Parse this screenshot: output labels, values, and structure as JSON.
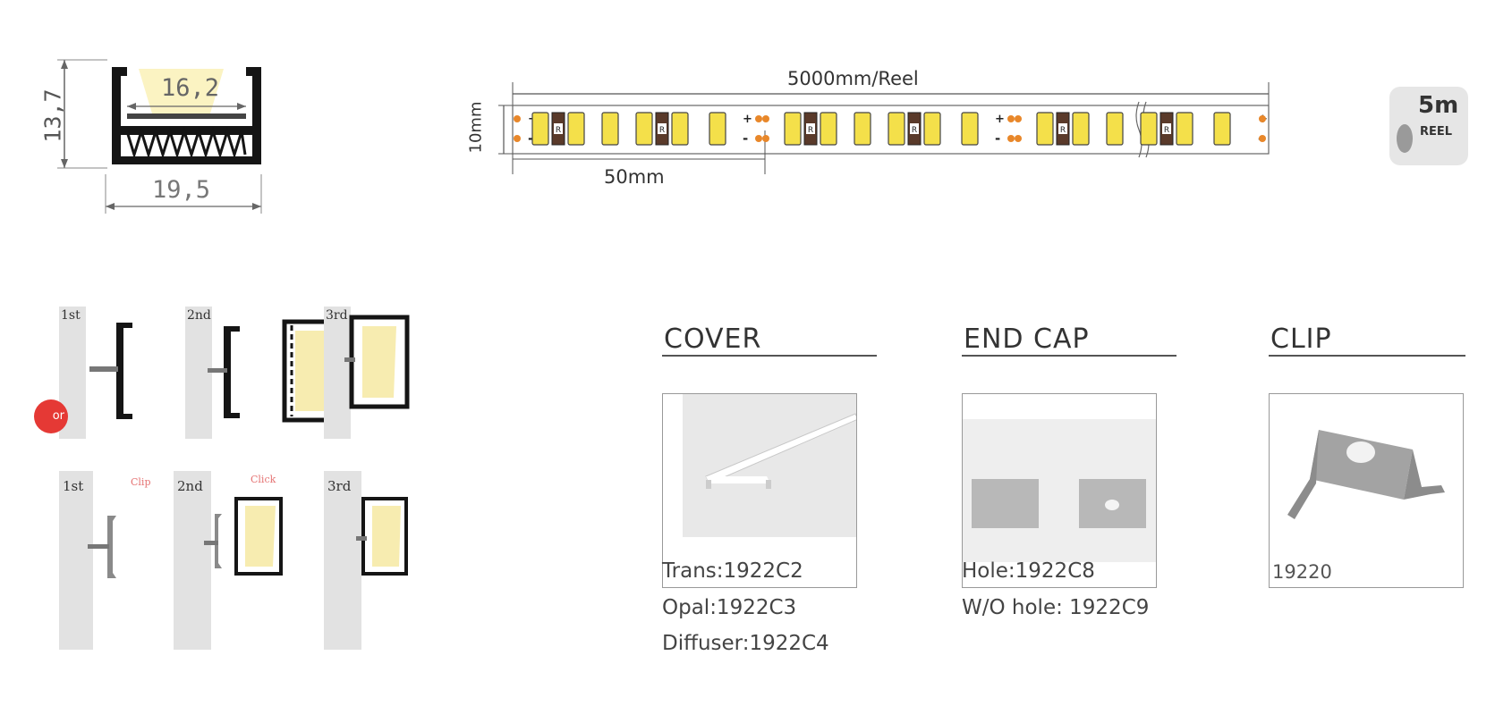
{
  "profile": {
    "height_label": "13,7",
    "inner_width_label": "16,2",
    "outer_width_label": "19,5"
  },
  "strip": {
    "length_label": "5000mm/Reel",
    "width_label": "10mm",
    "segment_label": "50mm",
    "resistor_mark": "R",
    "plus": "+",
    "minus": "-",
    "reel_badge": {
      "length": "5m",
      "word": "REEL"
    }
  },
  "install": {
    "row1": [
      "1st",
      "2nd",
      "3rd"
    ],
    "row2": [
      "1st",
      "2nd",
      "3rd"
    ],
    "row2_hints": [
      "Clip",
      "Click"
    ],
    "or_badge": "or"
  },
  "accessories": {
    "cover": {
      "title": "COVER",
      "specs": [
        "Trans:1922C2",
        "Opal:1922C3",
        "Diffuser:1922C4"
      ]
    },
    "end_cap": {
      "title": "END CAP",
      "specs": [
        "Hole:1922C8",
        "W/O hole: 1922C9"
      ]
    },
    "clip": {
      "title": "CLIP",
      "specs": [
        "19220"
      ]
    }
  },
  "colors": {
    "led_yellow": "#f4e04a",
    "solder_orange": "#e8872a",
    "badge_red": "#e53935",
    "profile_black": "#151515",
    "panel_grey": "#e2e2e2"
  }
}
